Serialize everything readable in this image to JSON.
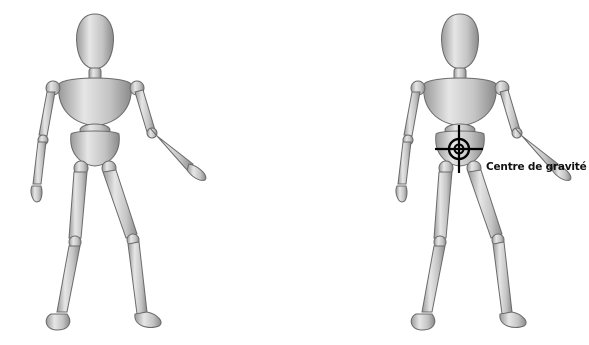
{
  "figures": [
    {
      "id": "mannequin-left",
      "description_icon": "wooden-mannequin-icon",
      "annotated": false
    },
    {
      "id": "mannequin-right",
      "description_icon": "wooden-mannequin-icon",
      "annotated": true
    }
  ],
  "annotation": {
    "label": "Centre de gravité",
    "marker_icon": "crosshair-icon"
  },
  "colors": {
    "body_fill": "#cfcfcf",
    "body_shade": "#8e8e8e",
    "outline": "#6a6a6a",
    "marker": "#000000",
    "label": "#111111"
  }
}
